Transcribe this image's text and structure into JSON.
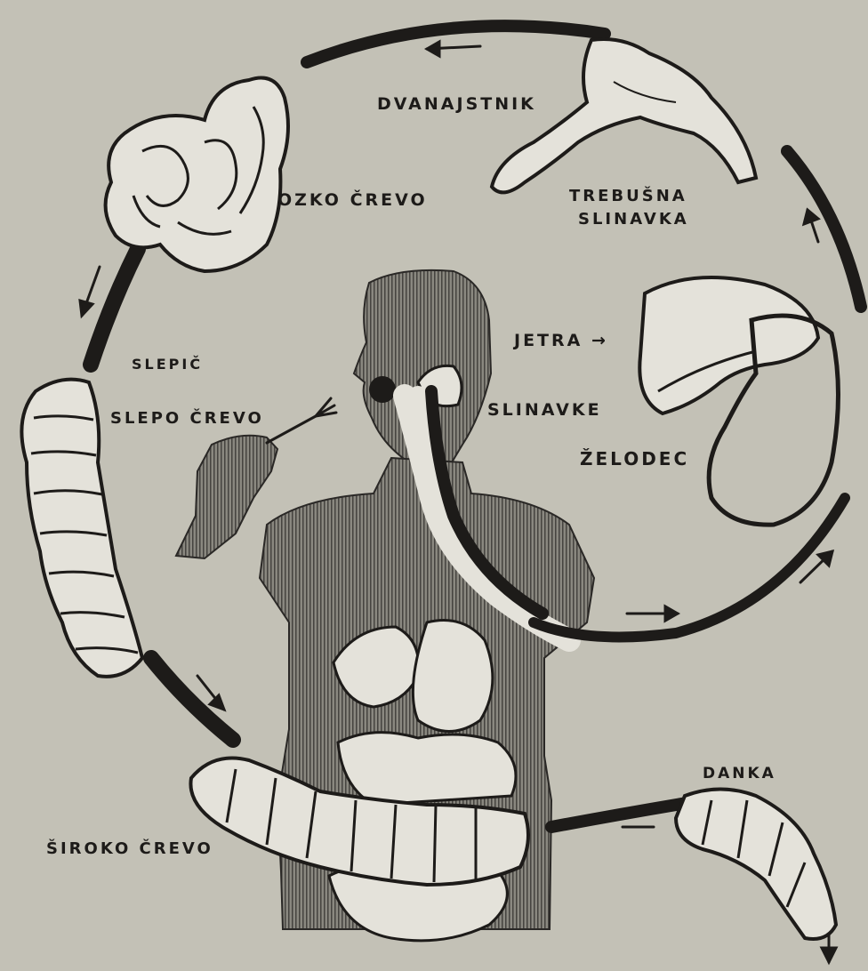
{
  "diagram": {
    "labels": {
      "dvanajstnik": "DVANAJSTNIK",
      "trebusna": "TREBUŠNA",
      "slinavka": "SLINAVKA",
      "ozko_crevo": "OZKO ČREVO",
      "jetra": "JETRA →",
      "slinavke": "SLINAVKE",
      "zelodec": "ŽELODEC",
      "slepic": "SLEPIČ",
      "slepo_crevo": "SLEPO ČREVO",
      "siroko_crevo": "ŠIROKO ČREVO",
      "danka": "DANKA"
    },
    "colors": {
      "paper": "#c3c1b6",
      "ink": "#1d1b19",
      "hatch": "#6b6963",
      "organ": "#e4e2da"
    },
    "icons": [
      "fork-icon",
      "arrow-icon"
    ]
  }
}
